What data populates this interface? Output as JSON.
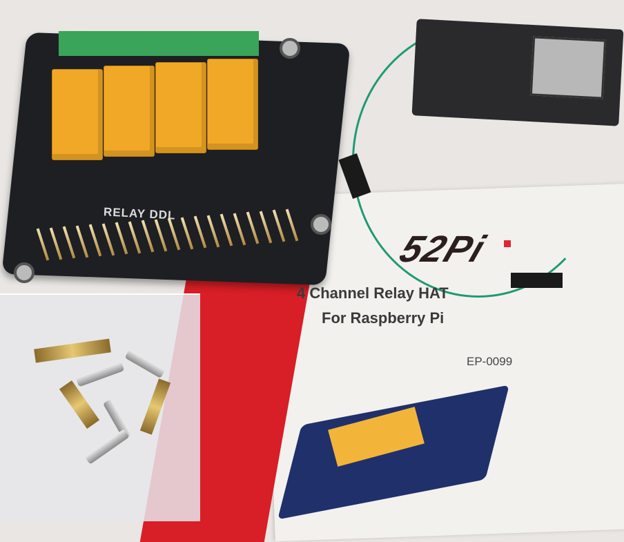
{
  "scene": {
    "board_silkscreen": "RELAY DDL",
    "manual": {
      "logo_text": "52Pi",
      "title_line1": "4 Channel Relay HAT",
      "title_line2": "For Raspberry Pi",
      "product_code": "EP-0099"
    },
    "colors": {
      "background": "#e9e6e3",
      "pcb": "#1e1f22",
      "relay": "#f0a826",
      "ribbon": "#d81e26",
      "wire": "#1f9a72",
      "logo_accent": "#e2252b"
    }
  }
}
